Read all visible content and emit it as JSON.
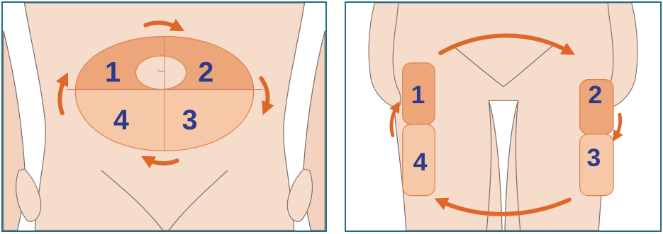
{
  "colors": {
    "skin": "#f6dccb",
    "skin_shadow": "#e9c3ad",
    "outline": "#7a6a66",
    "zone_dark": "#eda67a",
    "zone_light": "#f6c8a8",
    "zone_border": "#e07f45",
    "arrow": "#e0672a",
    "number": "#2b3a8c",
    "panel_border": "#1f6f8b"
  },
  "abdomen": {
    "zones": [
      {
        "label": "1"
      },
      {
        "label": "2"
      },
      {
        "label": "3"
      },
      {
        "label": "4"
      }
    ],
    "arrow_direction": "clockwise"
  },
  "thighs": {
    "zones": [
      {
        "label": "1"
      },
      {
        "label": "2"
      },
      {
        "label": "3"
      },
      {
        "label": "4"
      }
    ],
    "arrow_direction": "clockwise"
  }
}
